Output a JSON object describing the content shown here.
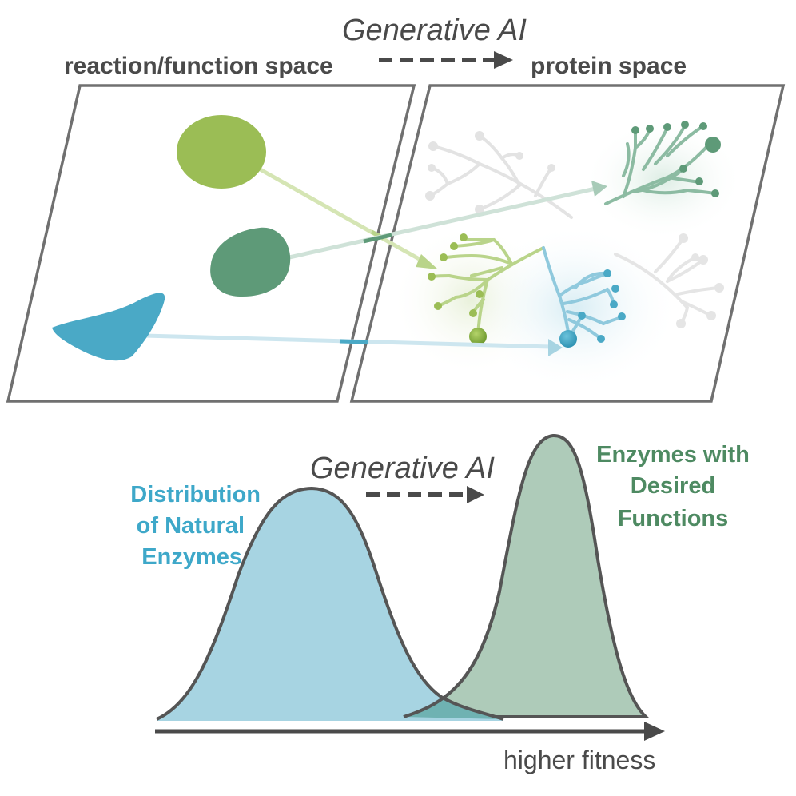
{
  "top": {
    "generative_label": "Generative AI",
    "left_panel_label": "reaction/function space",
    "right_panel_label": "protein space"
  },
  "bottom": {
    "generative_label": "Generative AI",
    "natural": [
      "Distribution",
      "of Natural",
      "Enzymes"
    ],
    "desired": [
      "Enzymes with",
      "Desired",
      "Functions"
    ],
    "axis_label": "higher fitness"
  },
  "colors": {
    "frame": "#666666",
    "text_dark": "#4a4a4a",
    "light_green": "#9bbd55",
    "dark_green": "#5e9a78",
    "blue": "#4aa9c6",
    "natural_fill": "#a7d4e2",
    "desired_fill": "#aecbb9",
    "natural_text": "#3ea8c9",
    "desired_text": "#4e8a62",
    "faded_tree": "#e2e2e2"
  }
}
